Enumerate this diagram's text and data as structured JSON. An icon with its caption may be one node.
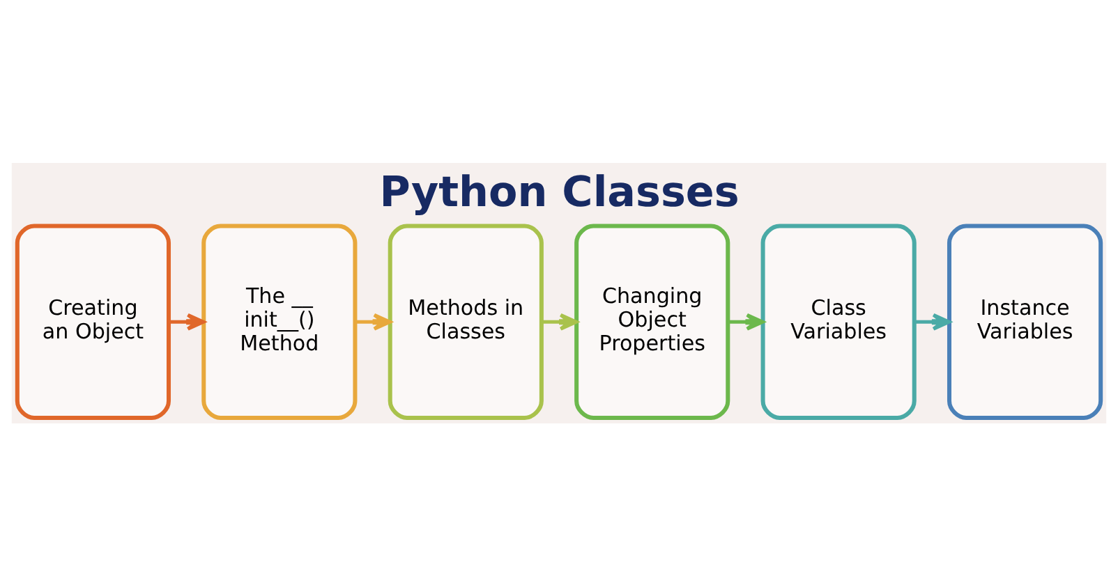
{
  "diagram": {
    "title": "Python Classes",
    "nodes": [
      {
        "text": [
          "Creating an Object"
        ]
      },
      {
        "text": [
          "The __ init__() Method"
        ]
      },
      {
        "text": [
          "Methods in Classes"
        ]
      },
      {
        "text": [
          "Changing Object Properties"
        ]
      },
      {
        "text": [
          "Class Variables"
        ]
      },
      {
        "text": [
          "Instance Variables"
        ]
      }
    ],
    "edges": [
      {
        "from": 0,
        "to": 1,
        "arrow": "to",
        "color": "#e0672a"
      },
      {
        "from": 1,
        "to": 2,
        "arrow": "to",
        "color": "#e8a83c"
      },
      {
        "from": 2,
        "to": 3,
        "arrow": "to",
        "color": "#a9c24c"
      },
      {
        "from": 3,
        "to": 4,
        "arrow": "to",
        "color": "#6cb84c"
      },
      {
        "from": 4,
        "to": 5,
        "arrow": "to",
        "color": "#4aaaa6"
      }
    ]
  }
}
